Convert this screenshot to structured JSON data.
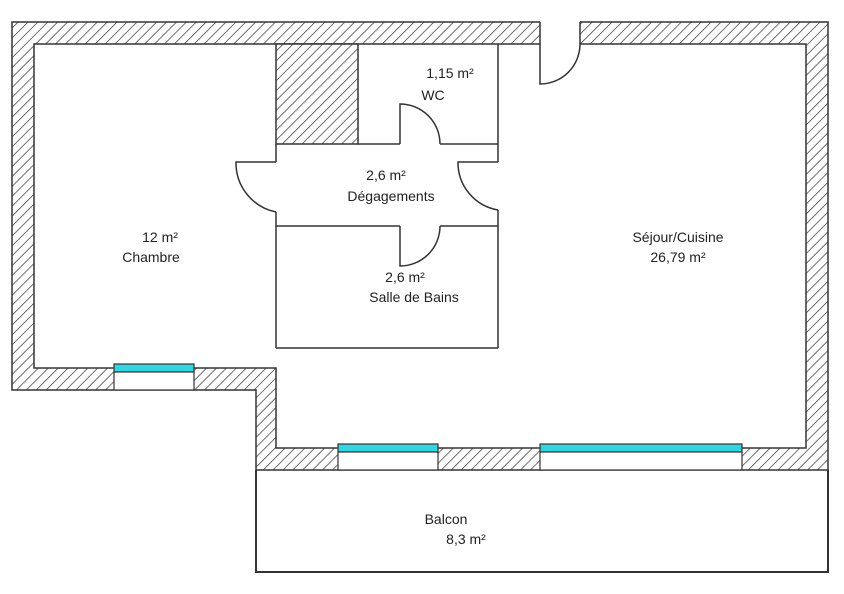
{
  "colors": {
    "wall_outline": "#333333",
    "hatch": "#333333",
    "window": "#33d6e0",
    "background": "#ffffff"
  },
  "rooms": {
    "wc": {
      "area": "1,15  m²",
      "name": "WC"
    },
    "degagements": {
      "area": "2,6  m²",
      "name": "Dégagements"
    },
    "chambre": {
      "area": "12  m²",
      "name": "Chambre"
    },
    "sdb": {
      "area": "2,6  m²",
      "name": "Salle de Bains"
    },
    "sejour": {
      "name": "Séjour/Cuisine",
      "area": "26,79  m²"
    },
    "balcon": {
      "name": "Balcon",
      "area": "8,3  m²"
    }
  }
}
